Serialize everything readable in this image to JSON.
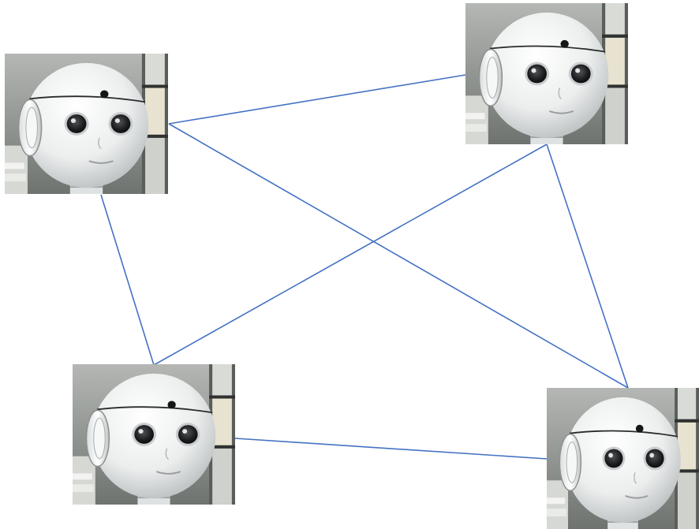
{
  "diagram": {
    "type": "network",
    "line_color": "#4472c4",
    "nodes": [
      {
        "id": "top-left",
        "kind": "robot-head"
      },
      {
        "id": "top-right",
        "kind": "robot-head"
      },
      {
        "id": "bottom-left",
        "kind": "robot-head"
      },
      {
        "id": "bottom-right",
        "kind": "robot-head"
      }
    ],
    "edges": [
      [
        "top-left",
        "top-right"
      ],
      [
        "top-left",
        "bottom-left"
      ],
      [
        "top-left",
        "bottom-right"
      ],
      [
        "top-right",
        "bottom-left"
      ],
      [
        "top-right",
        "bottom-right"
      ],
      [
        "bottom-left",
        "bottom-right"
      ]
    ],
    "colors": {
      "background_shelf": "#8f938f",
      "shelf_dark": "#3d403e",
      "robot_head": "#f1f3f3",
      "eye_ring": "#c9cdcf",
      "pupil": "#1c1d1f"
    }
  }
}
